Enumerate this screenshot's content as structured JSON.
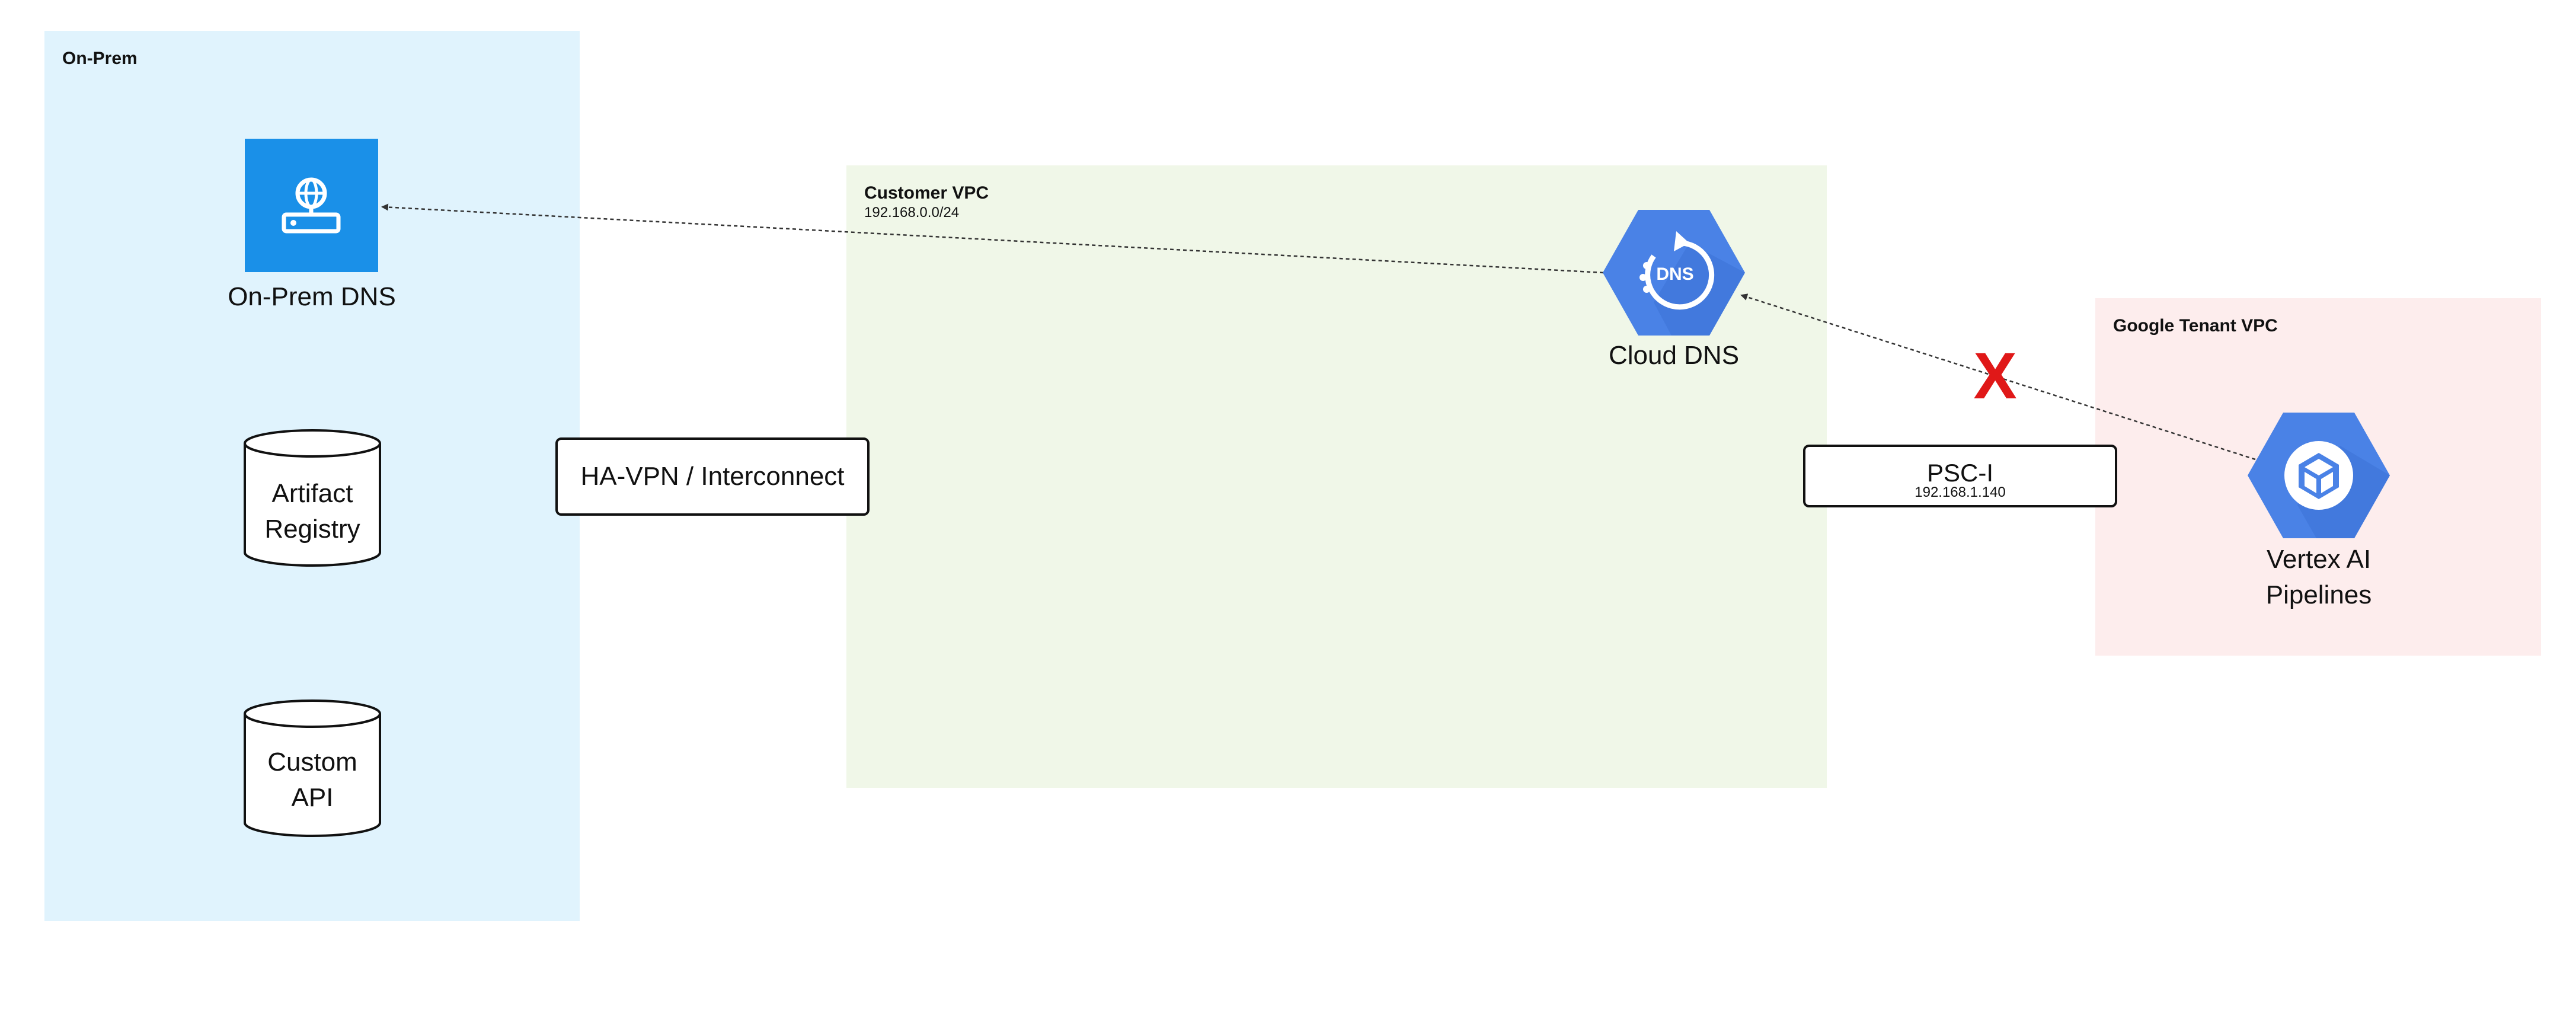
{
  "zones": {
    "onprem": {
      "title": "On-Prem",
      "color": "#e0f3fd"
    },
    "customer_vpc": {
      "title": "Customer VPC",
      "subnet": "192.168.0.0/24",
      "color": "#f0f7e8"
    },
    "tenant_vpc": {
      "title": "Google Tenant VPC",
      "color": "#fdeded"
    }
  },
  "nodes": {
    "onprem_dns": {
      "label": "On-Prem DNS",
      "icon": "dns-server-icon",
      "color": "#1a90e8"
    },
    "artifact_registry": {
      "label_line1": "Artifact",
      "label_line2": "Registry",
      "icon": "database-cylinder-icon"
    },
    "custom_api": {
      "label_line1": "Custom",
      "label_line2": "API",
      "icon": "database-cylinder-icon"
    },
    "cloud_dns": {
      "label": "Cloud DNS",
      "icon": "cloud-dns-icon",
      "icon_text": "DNS",
      "color": "#4a82e6"
    },
    "vertex": {
      "label_line1": "Vertex AI",
      "label_line2": "Pipelines",
      "icon": "vertex-ai-pipelines-icon",
      "color": "#4a82e6"
    }
  },
  "connectors": {
    "vpn": {
      "label": "HA-VPN / Interconnect"
    },
    "psci": {
      "label": "PSC-I",
      "ip": "192.168.1.140"
    }
  },
  "blocked_marker": {
    "text": "X",
    "color": "#e01818"
  }
}
